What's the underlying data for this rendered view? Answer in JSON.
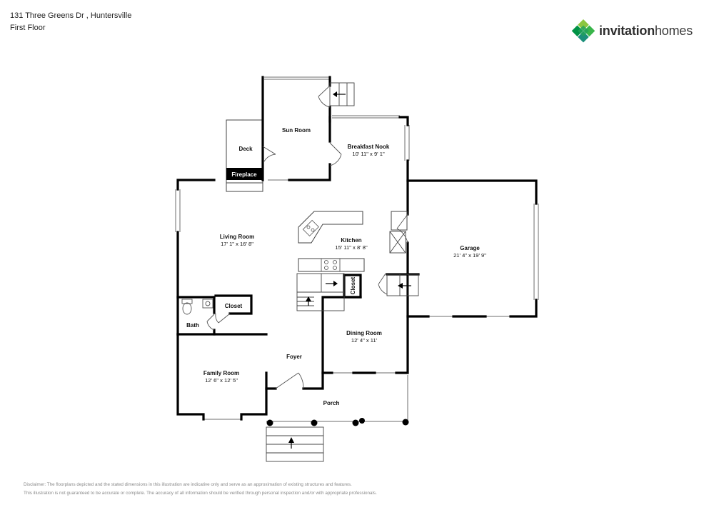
{
  "header": {
    "address": "131 Three Greens Dr , Huntersville",
    "floor": "First Floor"
  },
  "logo": {
    "brand_bold": "invitation",
    "brand_light": "homes",
    "colors": [
      "#8cc63f",
      "#39b54a",
      "#009245",
      "#1b8f7a"
    ]
  },
  "rooms": {
    "sun_room": {
      "name": "Sun Room"
    },
    "deck": {
      "name": "Deck"
    },
    "fireplace": {
      "name": "Fireplace"
    },
    "breakfast_nook": {
      "name": "Breakfast Nook",
      "dims": "10' 11\" x 9' 1\""
    },
    "living_room": {
      "name": "Living Room",
      "dims": "17' 1\" x 16' 8\""
    },
    "kitchen": {
      "name": "Kitchen",
      "dims": "15' 11\" x 8' 8\""
    },
    "garage": {
      "name": "Garage",
      "dims": "21' 4\" x 19' 9\""
    },
    "closet_upper": {
      "name": "Closet"
    },
    "closet_lower": {
      "name": "Closet"
    },
    "bath": {
      "name": "Bath"
    },
    "dining_room": {
      "name": "Dining Room",
      "dims": "12' 4\" x 11'"
    },
    "foyer": {
      "name": "Foyer"
    },
    "family_room": {
      "name": "Family Room",
      "dims": "12' 6\" x 12' 5\""
    },
    "porch": {
      "name": "Porch"
    }
  },
  "disclaimer": {
    "line1": "Disclaimer: The floorplans depicted and the stated dimensions in this illustration are indicative only and serve as an approximation of existing structures and features.",
    "line2": "This illustration is not guaranteed to be accurate or complete. The accuracy of all information should be verified through personal inspection and/or with appropriate professionals."
  }
}
